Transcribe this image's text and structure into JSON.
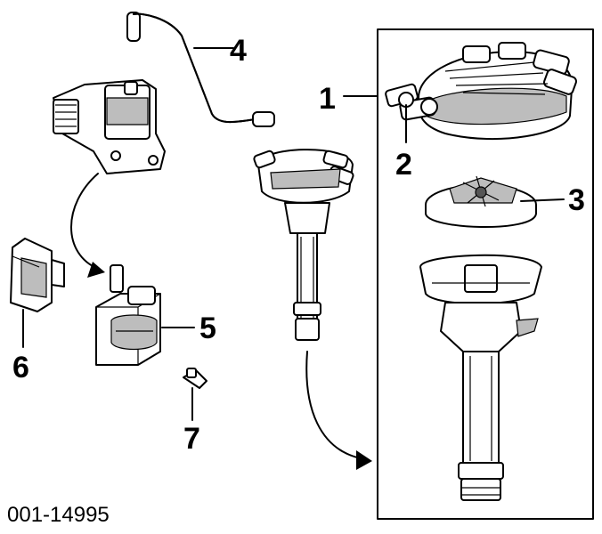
{
  "figure_id": "001-14995",
  "callouts": [
    {
      "id": "1",
      "label": "1"
    },
    {
      "id": "2",
      "label": "2"
    },
    {
      "id": "3",
      "label": "3"
    },
    {
      "id": "4",
      "label": "4"
    },
    {
      "id": "5",
      "label": "5"
    },
    {
      "id": "6",
      "label": "6"
    },
    {
      "id": "7",
      "label": "7"
    }
  ]
}
